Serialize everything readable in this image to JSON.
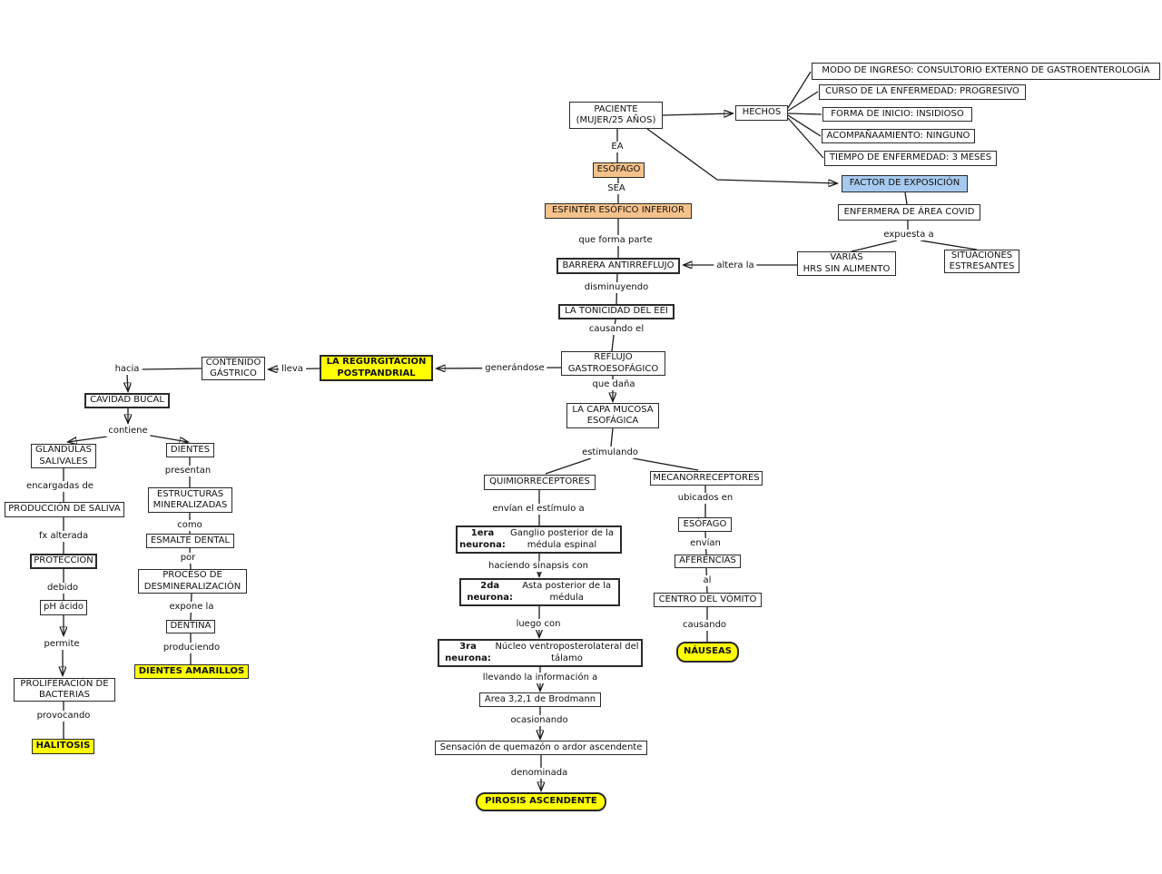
{
  "colors": {
    "orange": "#F6C28B",
    "blue": "#A6CAEF",
    "yellow": "#FFFF00",
    "box_border": "#2a2a2a",
    "line": "#1c1c1c",
    "background": "#ffffff"
  },
  "nodes": {
    "paciente": "PACIENTE\n(MUJER/25 AÑOS)",
    "hechos": "HECHOS",
    "modo_ingreso": "MODO DE INGRESO: CONSULTORIO EXTERNO DE GASTROENTEROLOGÍA",
    "curso_enfermedad": "CURSO DE LA ENFERMEDAD: PROGRESIVO",
    "forma_inicio": "FORMA DE INICIO: INSIDIOSO",
    "acompanamiento": "ACOMPAÑAAMIENTO: NINGUNO",
    "tiempo_enfermedad": "TIEMPO DE ENFERMEDAD: 3 MESES",
    "esofago_sup": "ESÓFAGO",
    "esfinter": "ESFINTÉR ESÓFICO INFERIOR",
    "factor": "FACTOR DE EXPOSICIÓN",
    "enfermera": "ENFERMERA DE ÁREA COVID",
    "varias": "VARIAS\nHRS SIN ALIMENTO",
    "situaciones": "SITUACIONES\nESTRESANTES",
    "barrera": "BARRERA ANTIRREFLUJO",
    "tonicidad": "LA TONICIDAD DEL EEI",
    "reflujo": "REFLUJO\nGASTROESOFÁGICO",
    "regurgitacion": "LA REGURGITACIÓN\nPOSTPANDRIAL",
    "contenido": "CONTENIDO\nGÁSTRICO",
    "cavidad": "CAVIDAD BUCAL",
    "glandulas": "GLÁNDULAS\nSALIVALES",
    "produccion": "PRODUCCIÓN DE SALIVA",
    "proteccion": "PROTECCIÓN",
    "ph_acido": "pH ácido",
    "proliferacion": "PROLIFERACIÓN DE\nBACTERIAS",
    "halitosis": "HALITOSIS",
    "dientes": "DIENTES",
    "estructuras": "ESTRUCTURAS\nMINERALIZADAS",
    "esmalte": "ESMALTE DENTAL",
    "proceso": "PROCESO DE\nDESMINERALIZACIÓN",
    "dentina": "DENTINA",
    "amarillos": "DIENTES AMARILLOS",
    "capa": "LA CAPA MUCOSA\nESOFÁGICA",
    "quimio": "QUIMIORRECEPTORES",
    "mecano": "MECANORRECEPTORES",
    "neurona1_b": "1era neurona:",
    "neurona1_t": " Ganglio posterior de la médula espinal",
    "neurona2_b": "2da neurona:",
    "neurona2_t": " Asta posterior de la médula",
    "neurona3_b": "3ra neurona:",
    "neurona3_t": " Núcleo ventroposterolateral del tálamo",
    "brodmann": "Area 3,2,1 de Brodmann",
    "sensacion": "Sensación de quemazón o ardor ascendente",
    "pirosis": "PIROSIS ASCENDENTE",
    "esofago_der": "ESÓFAGO",
    "aferencias": "AFERENCIAS",
    "centro_vomito": "CENTRO DEL VÓMITO",
    "nauseas": "NÁUSEAS"
  },
  "labels": {
    "ea": "EA",
    "sea": "SEA",
    "que_forma": "que forma parte",
    "altera": "altera la",
    "disminuyendo": "disminuyendo",
    "causando_el": "causando el",
    "que_dana": "que daña",
    "generandose": "generándose",
    "lleva": "lleva",
    "hacia": "hacia",
    "contiene": "contiene",
    "expuesta": "expuesta a",
    "encargadas": "encargadas de",
    "fx_alterada": "fx alterada",
    "debido": "debido",
    "permite": "permite",
    "provocando": "provocando",
    "presentan": "presentan",
    "como": "como",
    "por": "por",
    "expone": "expone la",
    "produciendo": "produciendo",
    "estimulando": "estimulando",
    "envian_estimulo": "envían el estímulo a",
    "ubicados": "ubicados en",
    "sinapsis": "haciendo sinapsis con",
    "luego_con": "luego con",
    "llevando": "llevando la información a",
    "ocasionando": "ocasionando",
    "denominada": "denominada",
    "envian": "envían",
    "al": "al",
    "causando": "causando"
  }
}
